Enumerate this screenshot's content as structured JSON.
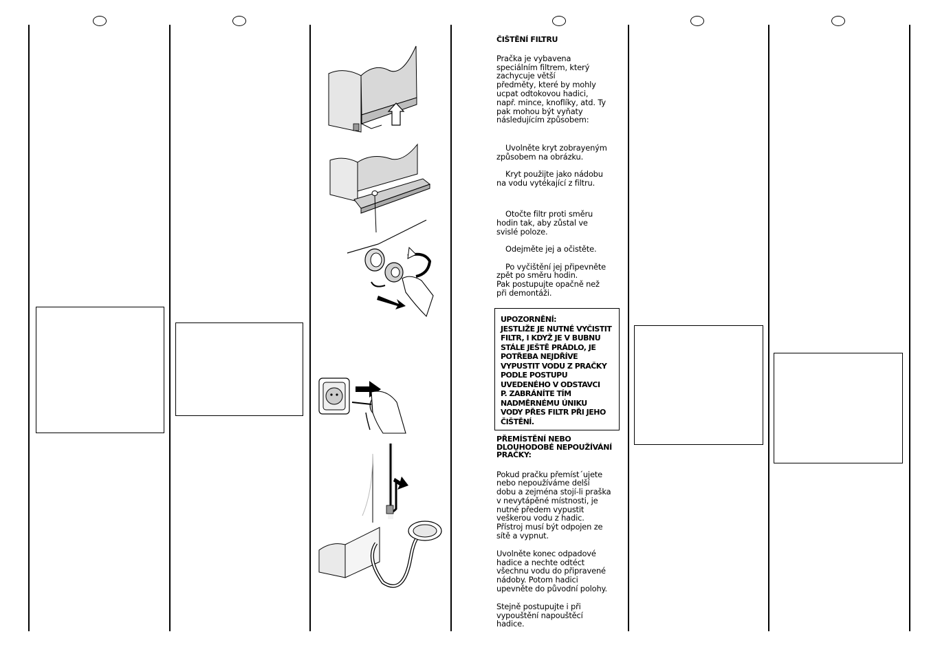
{
  "filter_section": {
    "title": "ČIŠTĚNÍ FILTRU",
    "intro_lines": [
      "Pračka je vybavena",
      "speciálním filtrem, který",
      "zachycuje větší",
      "předměty, které by mohly",
      "ucpat odtokovou hadici,",
      "např. mince, knoflíky, atd. Ty",
      "pak mohou být vyňaty",
      "následujícím způsobem:"
    ],
    "step1_lines": [
      "Uvolněte kryt zobrayeným",
      "způsobem na obrázku."
    ],
    "step2_lines": [
      "Kryt použijte jako nádobu",
      "na vodu vytékající z filtru."
    ],
    "step3_lines": [
      "Otočte filtr proti směru",
      "hodin tak, aby zůstal ve",
      "svislé poloze."
    ],
    "step4_lines": [
      "Odejměte jej a očistěte."
    ],
    "step5_lines": [
      "Po vyčištění jej připevněte",
      "zpět po směru hodin.",
      "Pak postupujte opačně než",
      "při demontáži."
    ]
  },
  "warning": {
    "lines": [
      "UPOZORNĚNÍ:",
      "JESTLIŽE JE NUTNÉ VYČISTIT",
      "FILTR, I KDYŽ JE V BUBNU",
      "STÁLE JEŠTĚ PRÁDLO, JE",
      "POTŘEBA NEJDŘÍVE",
      "VYPUSTIT VODU Z PRAČKY",
      "PODLE POSTUPU",
      "UVEDENÉHO V ODSTAVCI",
      "P. ZABRÁNÍTE TÍM",
      "NADMĚRNÉMU ÚNIKU",
      "VODY PŘES FILTR PŘI JEHO",
      "ČIŠTĚNÍ."
    ]
  },
  "relocation_section": {
    "title_lines": [
      "PŘEMÍSTĚNÍ NEBO",
      "DLOUHODOBÉ NEPOUŽÍVÁNÍ",
      "PRAČKY:"
    ],
    "para1_lines": [
      "Pokud pračku přemíst´ujete",
      "nebo nepoužíváme delší",
      "dobu a zejména stojí-li praška",
      "v nevytápěné místnosti, je",
      "nutné předem vypustit",
      "veškerou vodu z hadic.",
      "Přístroj musí být odpojen ze",
      "sítě a vypnut."
    ],
    "para2_lines": [
      "Uvolněte konec odpadové",
      "hadice a nechte odtéct",
      "všechnu vodu do připravené",
      "nádoby. Potom hadici",
      "upevněte do původní polohy."
    ],
    "para3_lines": [
      "Stejně postupujte i při",
      "vypouštění napouštěcí",
      "hadice."
    ]
  },
  "icons": [
    "language-circle-icon",
    "filter-cover-illustration",
    "filter-tray-illustration",
    "filter-turn-illustration",
    "unplug-illustration",
    "drain-hose-illustration",
    "drain-bowl-illustration",
    "arrow-icon"
  ]
}
